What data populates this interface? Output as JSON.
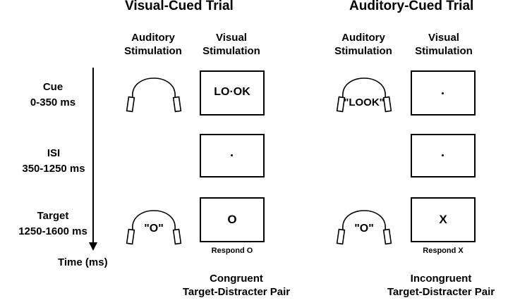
{
  "titles": {
    "visual": "Visual-Cued Trial",
    "auditory": "Auditory-Cued Trial"
  },
  "column_headers": {
    "auditory_line1": "Auditory",
    "auditory_line2": "Stimulation",
    "visual_line1": "Visual",
    "visual_line2": "Stimulation"
  },
  "rows": [
    {
      "label": "Cue",
      "time": "0-350 ms"
    },
    {
      "label": "ISI",
      "time": "350-1250 ms"
    },
    {
      "label": "Target",
      "time": "1250-1600 ms"
    }
  ],
  "time_axis_label": "Time (ms)",
  "visual_trial": {
    "cue_screen_text": "LO·OK",
    "target_screen_text": "O",
    "target_sound_text": "\"O\"",
    "response": "Respond O",
    "caption_line1": "Congruent",
    "caption_line2": "Target-Distracter Pair"
  },
  "auditory_trial": {
    "cue_sound_text": "\"LOOK\"",
    "target_screen_text": "X",
    "target_sound_text": "\"O\"",
    "response": "Respond X",
    "caption_line1": "Incongruent",
    "caption_line2": "Target-Distracter Pair"
  },
  "icons": [
    "headphones-icon",
    "fixation-dot",
    "down-arrow-icon"
  ]
}
